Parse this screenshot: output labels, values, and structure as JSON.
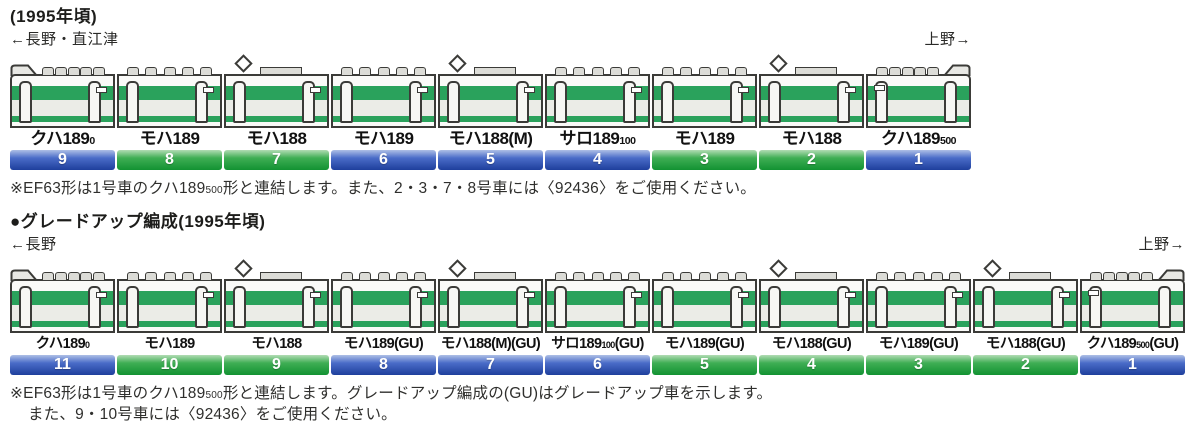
{
  "colors": {
    "body_outline": "#3b3b38",
    "livery_green": "#2aa25c",
    "banner_blue": "#1e3f9c",
    "banner_green": "#129232"
  },
  "section1": {
    "title": "(1995年頃)",
    "dir_left": "←長野・直江津",
    "dir_right": "上野→",
    "cars": [
      {
        "label": "クハ189",
        "sub": "0",
        "suffix": "",
        "number": "9",
        "banner": "blue",
        "type": "cab-left"
      },
      {
        "label": "モハ189",
        "sub": "",
        "suffix": "",
        "number": "8",
        "banner": "green",
        "type": "normal"
      },
      {
        "label": "モハ188",
        "sub": "",
        "suffix": "",
        "number": "7",
        "banner": "green",
        "type": "panto"
      },
      {
        "label": "モハ189",
        "sub": "",
        "suffix": "",
        "number": "6",
        "banner": "blue",
        "type": "normal"
      },
      {
        "label": "モハ188(M)",
        "sub": "",
        "suffix": "",
        "number": "5",
        "banner": "blue",
        "type": "panto"
      },
      {
        "label": "サロ189",
        "sub": "100",
        "suffix": "",
        "number": "4",
        "banner": "blue",
        "type": "normal"
      },
      {
        "label": "モハ189",
        "sub": "",
        "suffix": "",
        "number": "3",
        "banner": "green",
        "type": "normal"
      },
      {
        "label": "モハ188",
        "sub": "",
        "suffix": "",
        "number": "2",
        "banner": "green",
        "type": "panto"
      },
      {
        "label": "クハ189",
        "sub": "500",
        "suffix": "",
        "number": "1",
        "banner": "blue",
        "type": "cab-right"
      }
    ],
    "note_lines": [
      [
        {
          "t": "※EF63形は1号車のクハ189"
        },
        {
          "t": "500",
          "sub": true
        },
        {
          "t": "形と連結します。また、2・3・7・8号車には〈92436〉をご使用ください。"
        }
      ]
    ]
  },
  "section2": {
    "title": "●グレードアップ編成(1995年頃)",
    "dir_left": "←長野",
    "dir_right": "上野→",
    "cars": [
      {
        "label": "クハ189",
        "sub": "0",
        "suffix": "",
        "number": "11",
        "banner": "blue",
        "type": "cab-left"
      },
      {
        "label": "モハ189",
        "sub": "",
        "suffix": "",
        "number": "10",
        "banner": "green",
        "type": "normal"
      },
      {
        "label": "モハ188",
        "sub": "",
        "suffix": "",
        "number": "9",
        "banner": "green",
        "type": "panto"
      },
      {
        "label": "モハ189(GU)",
        "sub": "",
        "suffix": "",
        "number": "8",
        "banner": "blue",
        "type": "normal"
      },
      {
        "label": "モハ188(M)(GU)",
        "sub": "",
        "suffix": "",
        "number": "7",
        "banner": "blue",
        "type": "panto"
      },
      {
        "label": "サロ189",
        "sub": "100",
        "suffix": "(GU)",
        "number": "6",
        "banner": "blue",
        "type": "normal"
      },
      {
        "label": "モハ189(GU)",
        "sub": "",
        "suffix": "",
        "number": "5",
        "banner": "green",
        "type": "normal"
      },
      {
        "label": "モハ188(GU)",
        "sub": "",
        "suffix": "",
        "number": "4",
        "banner": "green",
        "type": "panto"
      },
      {
        "label": "モハ189(GU)",
        "sub": "",
        "suffix": "",
        "number": "3",
        "banner": "green",
        "type": "normal"
      },
      {
        "label": "モハ188(GU)",
        "sub": "",
        "suffix": "",
        "number": "2",
        "banner": "green",
        "type": "panto"
      },
      {
        "label": "クハ189",
        "sub": "500",
        "suffix": "(GU)",
        "number": "1",
        "banner": "blue",
        "type": "cab-right"
      }
    ],
    "note_lines": [
      [
        {
          "t": "※EF63形は1号車のクハ189"
        },
        {
          "t": "500",
          "sub": true
        },
        {
          "t": "形と連結します。グレードアップ編成の(GU)はグレードアップ車を示します。"
        }
      ],
      [
        {
          "t": "また、9・10号車には〈92436〉をご使用ください。"
        }
      ]
    ]
  }
}
